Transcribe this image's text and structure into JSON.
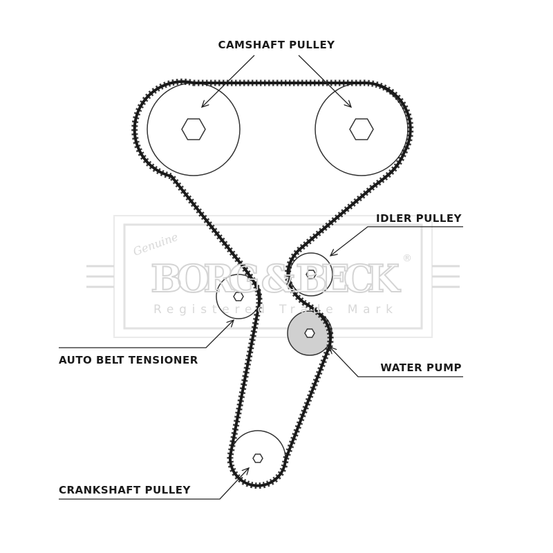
{
  "labels": {
    "camshaft": "CAMSHAFT PULLEY",
    "idler": "IDLER PULLEY",
    "tensioner": "AUTO BELT TENSIONER",
    "water_pump": "WATER PUMP",
    "crankshaft": "CRANKSHAFT PULLEY"
  },
  "watermark": {
    "script": "Genuine",
    "brand": "BORG & BECK",
    "registered": "®",
    "subtitle": "Registered Trade Mark"
  },
  "colors": {
    "belt": "#1a1a1a",
    "pulley": "#333333",
    "water_pump_fill": "#d0d0d0",
    "watermark": "#d4d4d4"
  }
}
